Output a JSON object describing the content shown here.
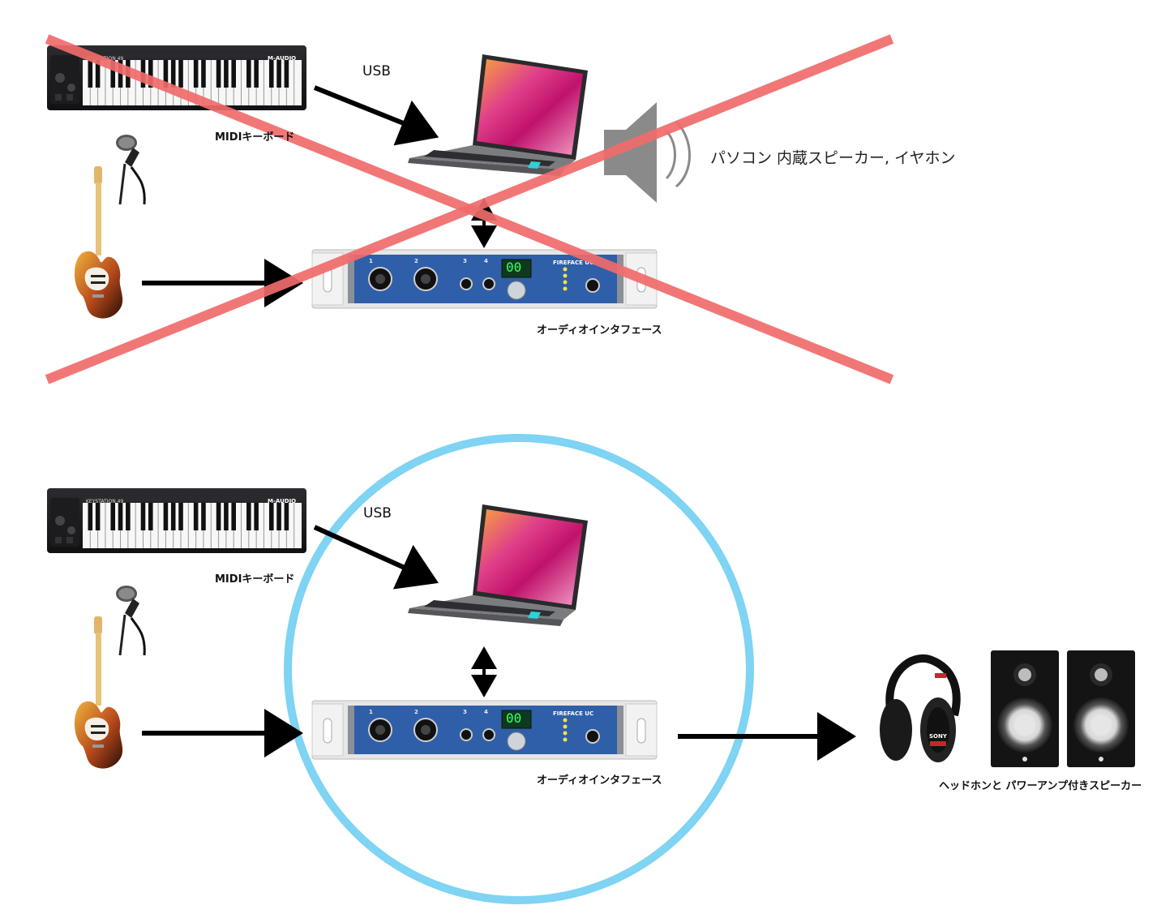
{
  "colors": {
    "cross": "#f06b6b",
    "circle": "#7fd3f3",
    "arrow": "#000000",
    "speaker_icon": "#8a8a8a",
    "interface_blue": "#2f5fa8"
  },
  "icons": {
    "keyboard": "midi-keyboard-icon",
    "laptop": "laptop-icon",
    "microphone": "microphone-icon",
    "guitar": "electric-guitar-icon",
    "interface": "audio-interface-icon",
    "speaker_sound": "speaker-sound-icon",
    "headphones": "headphones-icon",
    "monitor_speakers": "studio-monitor-icon"
  },
  "top": {
    "usb_label": "USB",
    "keyboard_label": "MIDIキーボード",
    "interface_label": "オーディオインタフェース",
    "speaker_label": "パソコン 内蔵スピーカー, イヤホン",
    "keyboard_brand": "M-AUDIO",
    "keyboard_model": "KEYSTATION 49",
    "interface_model": "FIREFACE UC",
    "interface_display": "00"
  },
  "bottom": {
    "usb_label": "USB",
    "keyboard_label": "MIDIキーボード",
    "interface_label": "オーディオインタフェース",
    "output_label": "ヘッドホンと パワーアンプ付きスピーカー",
    "keyboard_brand": "M-AUDIO",
    "keyboard_model": "KEYSTATION 49",
    "interface_model": "FIREFACE UC",
    "interface_display": "00",
    "headphones_brand": "SONY"
  }
}
